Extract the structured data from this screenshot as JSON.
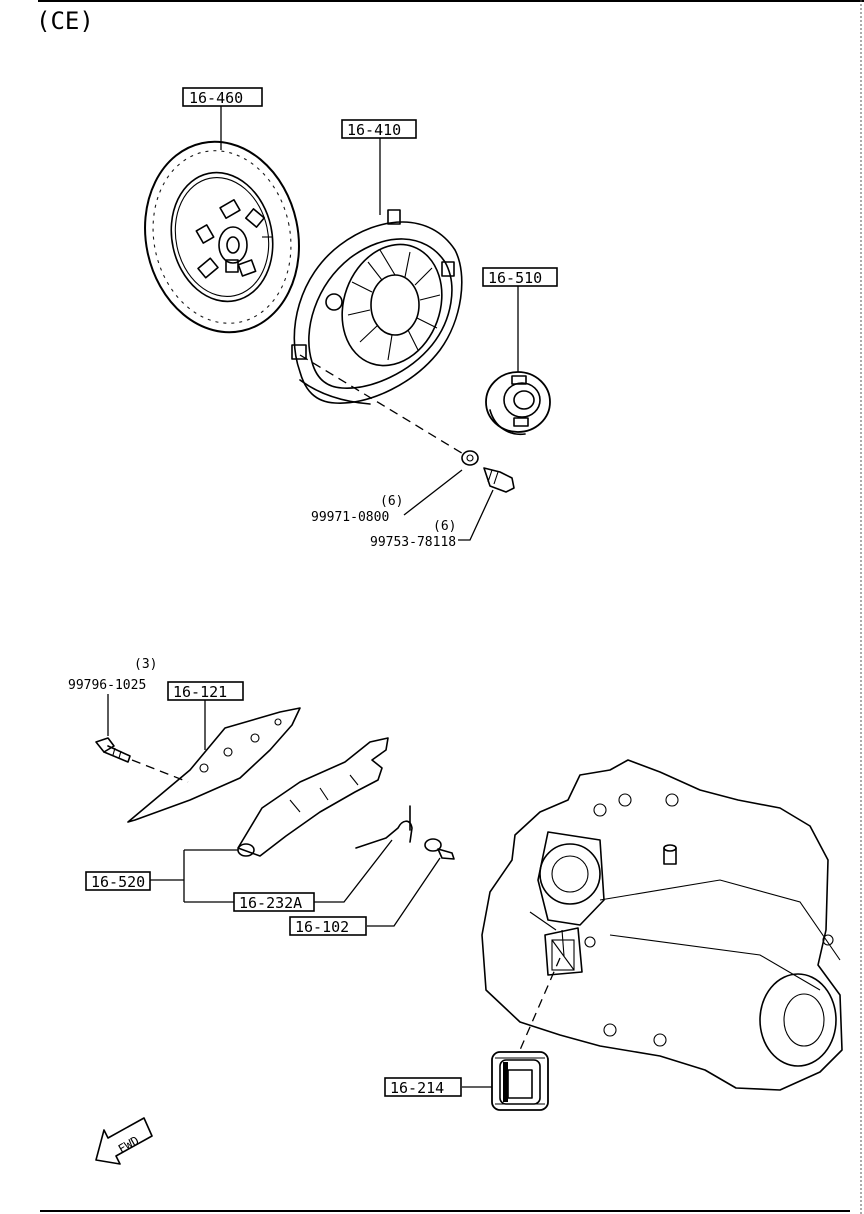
{
  "header": {
    "model_code": "(CE)"
  },
  "callouts": {
    "disc": "16-460",
    "cover": "16-410",
    "bearing": "16-510",
    "shield": "16-121",
    "fork": "16-520",
    "spring": "16-232A",
    "pivot": "16-102",
    "boot": "16-214"
  },
  "parts": {
    "washer": {
      "number": "99971-0800",
      "qty": "(6)"
    },
    "cover_bolt": {
      "number": "99753-78118",
      "qty": "(6)"
    },
    "shield_bolt": {
      "number": "99796-1025",
      "qty": "(3)"
    }
  },
  "direction": {
    "label": "FWD"
  }
}
